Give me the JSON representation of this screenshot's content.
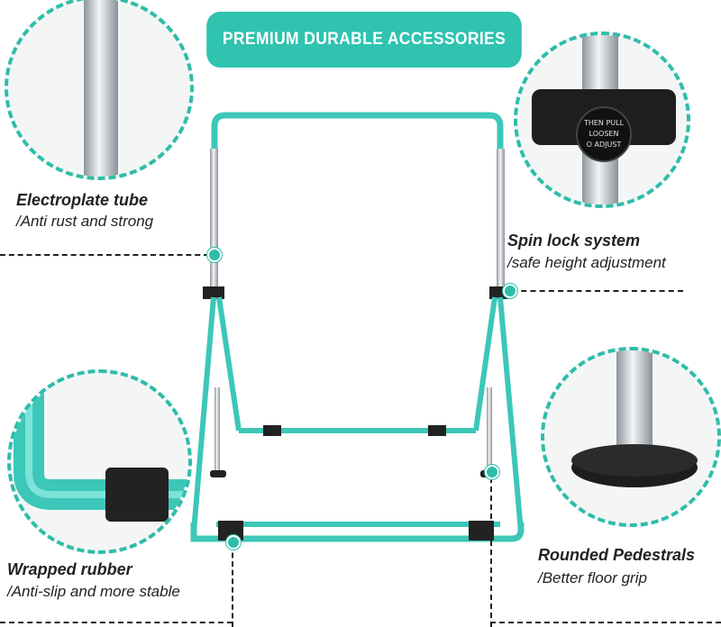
{
  "banner": {
    "title": "PREMIUM DURABLE ACCESSORIES"
  },
  "features": {
    "electroplate": {
      "title": "Electroplate tube",
      "subtitle": "/Anti rust and strong"
    },
    "spin_lock": {
      "title": "Spin lock system",
      "subtitle": "/safe height adjustment",
      "knob_text_1": "THEN PULL",
      "knob_text_2": "LOOSEN",
      "knob_text_3": "O ADJUST"
    },
    "wrapped_rubber": {
      "title": "Wrapped rubber",
      "subtitle": "/Anti-slip and more stable"
    },
    "pedestals": {
      "title": "Rounded Pedestrals",
      "subtitle": "/Better floor grip"
    }
  },
  "colors": {
    "accent": "#2ebda9",
    "banner": "#2fc3b0",
    "frame": "#3cc7b8",
    "rubber": "#222222",
    "chrome": "#c8ccd0"
  }
}
